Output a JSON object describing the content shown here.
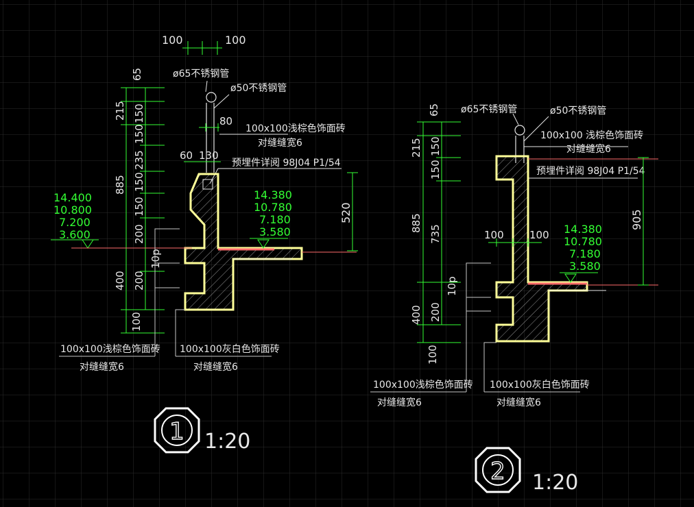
{
  "colors": {
    "background": "#000000",
    "grid": "#2c2c2c",
    "dim": "#33ff33",
    "text": "#e8e8e8",
    "outline": "#ffff99",
    "leader": "#c8c8c8",
    "level_line": "#ff6b6b"
  },
  "d1": {
    "top_dims": [
      "100",
      "100"
    ],
    "pipe65": "ø65不锈钢管",
    "pipe50": "ø50不锈钢管",
    "dim80": "80",
    "dim60": "60",
    "dim130": "130",
    "tile_brown": "100x100浅棕色饰面砖",
    "joint": "对缝缝宽6",
    "embed": "预埋件详阅 98J04 P1/54",
    "col_outer": [
      "65",
      "215",
      "885",
      "400",
      "100"
    ],
    "col_inner": [
      "150",
      "150",
      "235",
      "150",
      "150",
      "200",
      "200"
    ],
    "levels_left": [
      "14.400",
      "10.800",
      "7.200",
      "3.600"
    ],
    "levels_right": [
      "14.380",
      "10.780",
      "7.180",
      "3.580"
    ],
    "dim520": "520",
    "dim10p": "10p",
    "bottom_brown": "100x100浅棕色饰面砖",
    "bottom_brown_joint": "对缝缝宽6",
    "bottom_grey": "100x100灰白色饰面砖",
    "bottom_grey_joint": "对缝缝宽6",
    "badge": "1",
    "scale": "1:20"
  },
  "d2": {
    "pipe65": "ø65不锈钢管",
    "pipe50": "ø50不锈钢管",
    "tile_brown": "100x100 浅棕色饰面砖",
    "joint": "对缝缝宽6",
    "embed": "预埋件详阅 98J04 P1/54",
    "col_outer": [
      "65",
      "215",
      "885",
      "400",
      "100"
    ],
    "col_inner": [
      "150",
      "150",
      "735",
      "200"
    ],
    "dim100a": "100",
    "dim100b": "100",
    "levels": [
      "14.380",
      "10.780",
      "7.180",
      "3.580"
    ],
    "dim905": "905",
    "dim10p": "10p",
    "bottom_brown": "100x100浅棕色饰面砖",
    "bottom_brown_joint": "对缝缝宽6",
    "bottom_grey": "100x100灰白色饰面砖",
    "bottom_grey_joint": "对缝缝宽6",
    "badge": "2",
    "scale": "1:20"
  }
}
